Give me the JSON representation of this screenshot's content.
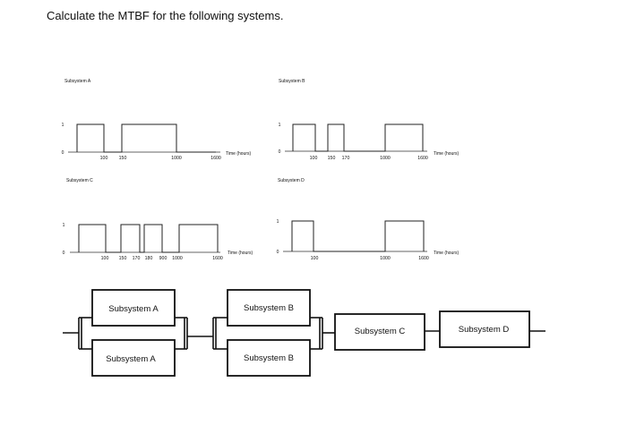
{
  "question": "Calculate the MTBF for the following systems.",
  "time_axis_label": "Time (hours)",
  "subsystems": [
    {
      "key": "A",
      "title": "Subsystem A",
      "y_labels": [
        "0",
        "1"
      ],
      "tick_labels": [
        "100",
        "150",
        "1000",
        "1600"
      ],
      "states": [
        [
          0,
          100,
          1
        ],
        [
          100,
          150,
          0
        ],
        [
          150,
          1000,
          1
        ],
        [
          1000,
          1600,
          0
        ]
      ]
    },
    {
      "key": "B",
      "title": "Subsystem B",
      "y_labels": [
        "0",
        "1"
      ],
      "tick_labels": [
        "100",
        "150",
        "170",
        "1000",
        "1600"
      ],
      "states": [
        [
          0,
          100,
          1
        ],
        [
          100,
          150,
          0
        ],
        [
          150,
          170,
          1
        ],
        [
          170,
          1000,
          0
        ],
        [
          1000,
          1600,
          1
        ]
      ]
    },
    {
      "key": "C",
      "title": "Subsystem C",
      "y_labels": [
        "0",
        "1"
      ],
      "tick_labels": [
        "100",
        "150",
        "170",
        "180",
        "900",
        "1000",
        "1600"
      ],
      "states": [
        [
          0,
          100,
          1
        ],
        [
          100,
          150,
          0
        ],
        [
          150,
          170,
          1
        ],
        [
          170,
          180,
          0
        ],
        [
          180,
          900,
          1
        ],
        [
          900,
          1000,
          0
        ],
        [
          1000,
          1600,
          1
        ]
      ]
    },
    {
      "key": "D",
      "title": "Subsystem D",
      "y_labels": [
        "0",
        "1"
      ],
      "tick_labels": [
        "100",
        "1000",
        "1600"
      ],
      "states": [
        [
          0,
          100,
          1
        ],
        [
          100,
          1000,
          0
        ],
        [
          1000,
          1600,
          1
        ]
      ]
    }
  ],
  "block_diagram": {
    "parallel_1": [
      "Subsystem A",
      "Subsystem A"
    ],
    "parallel_2": [
      "Subsystem B",
      "Subsystem B"
    ],
    "series": [
      "Subsystem C",
      "Subsystem D"
    ]
  }
}
